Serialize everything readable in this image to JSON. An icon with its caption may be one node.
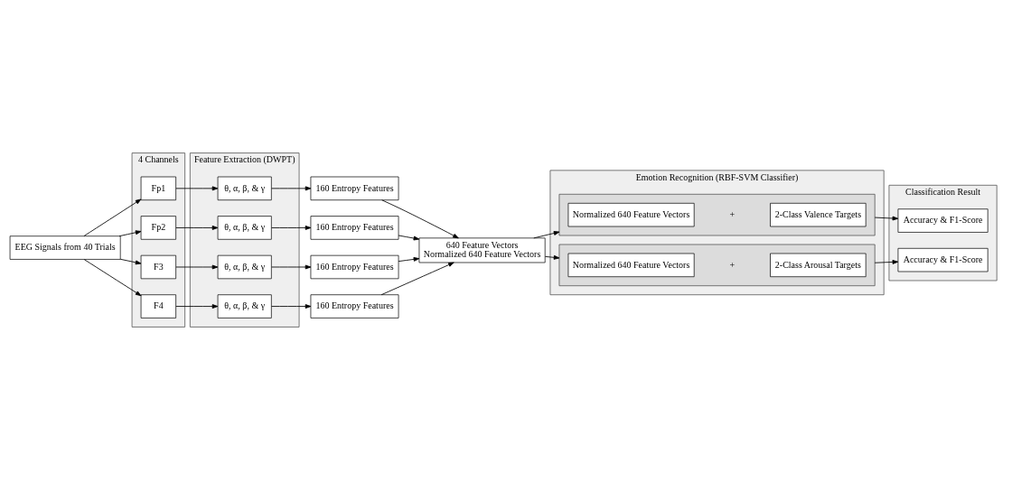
{
  "diagram": {
    "nodes": [
      {
        "text": [
          "EEG Signals from 40 Trials"
        ]
      },
      {
        "text": [
          "4 Channels"
        ]
      },
      {
        "text": [
          "Fp1"
        ],
        "in": 1
      },
      {
        "text": [
          "Fp2"
        ],
        "in": 1
      },
      {
        "text": [
          "F3"
        ],
        "in": 1
      },
      {
        "text": [
          "F4"
        ],
        "in": 1
      },
      {
        "text": [
          "Feature Extraction (DWPT)"
        ]
      },
      {
        "text": [
          "θ, α, β, & γ"
        ],
        "in": 6
      },
      {
        "text": [
          "θ, α, β, & γ"
        ],
        "in": 6
      },
      {
        "text": [
          "θ, α, β, & γ"
        ],
        "in": 6
      },
      {
        "text": [
          "θ, α, β, & γ"
        ],
        "in": 6
      },
      {
        "text": [
          "160 Entropy Features"
        ]
      },
      {
        "text": [
          "160 Entropy Features"
        ]
      },
      {
        "text": [
          "160 Entropy Features"
        ]
      },
      {
        "text": [
          "160 Entropy Features"
        ]
      },
      {
        "text": [
          "640 Feature Vectors",
          "Normalized 640 Feature Vectors"
        ]
      },
      {
        "text": [
          "Emotion Recognition (RBF-SVM Classifier)"
        ]
      },
      {
        "text": [],
        "shape": "box",
        "in": 16
      },
      {
        "text": [
          "Normalized 640 Feature Vectors"
        ],
        "in": 17
      },
      {
        "text": [
          "2-Class Valence Targets"
        ],
        "in": 17
      },
      {
        "text": [],
        "shape": "box",
        "in": 16
      },
      {
        "text": [
          "Normalized 640 Feature Vectors"
        ],
        "in": 20
      },
      {
        "text": [
          "2-Class Arousal Targets"
        ],
        "in": 20
      },
      {
        "text": [
          "Classification Result"
        ]
      },
      {
        "text": [
          "Accuracy & F1-Score"
        ],
        "in": 23
      },
      {
        "text": [
          "Accuracy & F1-Score"
        ],
        "in": 23
      }
    ],
    "edges": [
      {
        "from": 0,
        "to": 2,
        "arrow": "to"
      },
      {
        "from": 0,
        "to": 3,
        "arrow": "to"
      },
      {
        "from": 0,
        "to": 4,
        "arrow": "to"
      },
      {
        "from": 0,
        "to": 5,
        "arrow": "to"
      },
      {
        "from": 2,
        "to": 7,
        "arrow": "to"
      },
      {
        "from": 3,
        "to": 8,
        "arrow": "to"
      },
      {
        "from": 4,
        "to": 9,
        "arrow": "to"
      },
      {
        "from": 5,
        "to": 10,
        "arrow": "to"
      },
      {
        "from": 7,
        "to": 11,
        "arrow": "to"
      },
      {
        "from": 8,
        "to": 12,
        "arrow": "to"
      },
      {
        "from": 9,
        "to": 13,
        "arrow": "to"
      },
      {
        "from": 10,
        "to": 14,
        "arrow": "to"
      },
      {
        "from": 11,
        "to": 15,
        "arrow": "to"
      },
      {
        "from": 12,
        "to": 15,
        "arrow": "to"
      },
      {
        "from": 13,
        "to": 15,
        "arrow": "to"
      },
      {
        "from": 14,
        "to": 15,
        "arrow": "to"
      },
      {
        "from": 15,
        "to": 17,
        "arrow": "to"
      },
      {
        "from": 15,
        "to": 20,
        "arrow": "to"
      },
      {
        "from": 17,
        "to": 24,
        "arrow": "to"
      },
      {
        "from": 20,
        "to": 25,
        "arrow": "to"
      }
    ],
    "labels": [
      "+",
      "+"
    ]
  }
}
